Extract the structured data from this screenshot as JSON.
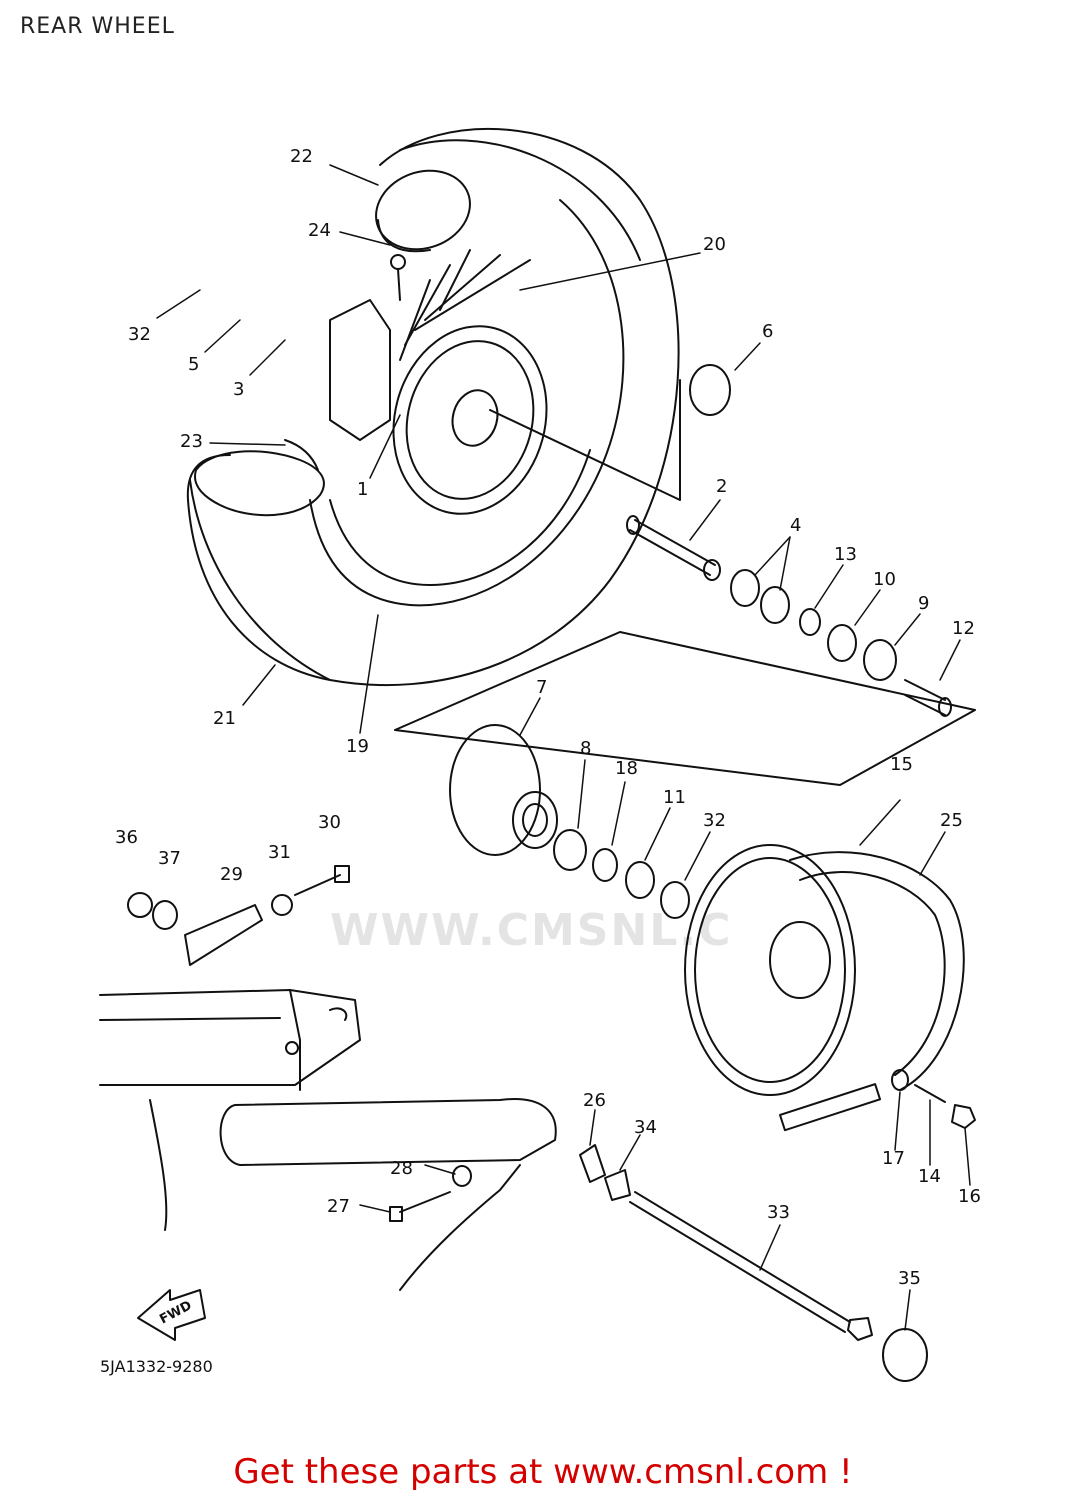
{
  "title": "REAR WHEEL",
  "watermark": "WWW.CMSNL.C",
  "diagram_code": "5JA1332-9280",
  "fwd_label": "FWD",
  "footer_link": "Get these parts at www.cmsnl.com !",
  "colors": {
    "line": "#111111",
    "footer": "#d40000",
    "watermark": "#e4e4e4"
  },
  "callouts": [
    "22",
    "20",
    "24",
    "32",
    "5",
    "3",
    "6",
    "23",
    "1",
    "2",
    "4",
    "13",
    "10",
    "9",
    "12",
    "21",
    "19",
    "7",
    "8",
    "18",
    "11",
    "32",
    "15",
    "25",
    "36",
    "30",
    "31",
    "37",
    "29",
    "17",
    "14",
    "16",
    "26",
    "34",
    "28",
    "27",
    "33",
    "35"
  ]
}
